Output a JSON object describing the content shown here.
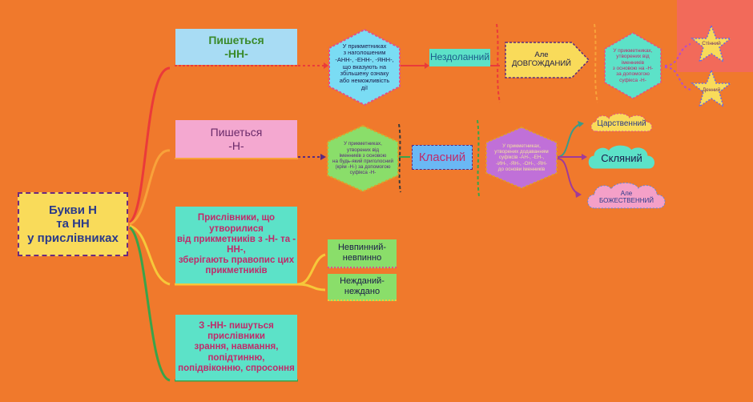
{
  "colors": {
    "background": "#f0792c",
    "branch_red": "#ea3a3a",
    "branch_orange": "#f8a23a",
    "branch_yellow": "#f6c83a",
    "branch_green": "#3aa34a"
  },
  "root": {
    "text": "Букви Н\nта НН\nу прислівниках"
  },
  "branches": [
    {
      "text": "Пишеться\n-НН-"
    },
    {
      "text": "Пишеться\n-Н-"
    },
    {
      "text": "Прислівники, що\nутворилися\nвід прикметників з -Н- та -\nНН-,\nзберігають правопис цих\nприкметників"
    },
    {
      "text": "З -НН- пишуться\nприслівники\nзрання, навмання,\nпопідтинню,\nпопідвіконню, спросоння"
    }
  ],
  "nn_rule": {
    "text": "У прикметниках\nз наголошеним\n-АНН-, -ЕНН-, -ЯНН-,\nщо вказують на\nзбільшену ознаку\nабо неможливість\nдії"
  },
  "nn_example": {
    "text": "Нездоланний"
  },
  "nn_arrow": {
    "text": "Але\nДОВГОЖДАНИЙ"
  },
  "nn_rule2": {
    "text": "У прикметниках,\nутворених від\nіменників\nз основою на -Н-\nза допомогою\nсуфікса -Н-"
  },
  "stars": [
    {
      "text": "Стінний"
    },
    {
      "text": "Денний"
    }
  ],
  "n_rule": {
    "text": "У прикметниках,\nутворених від\nіменників з основою\nна будь-який приголосний\n(крім -Н-) за допомогою\nсуфікса -Н-"
  },
  "n_example": {
    "text": "Класний"
  },
  "n_rule2": {
    "text": "У прикметниках,\nутворених додаванням\nсуфіксів -АН-, -ЕН-,\n-ИН-, -ЯН-, -ОН-, -ЯН-\nдо основи іменників"
  },
  "clouds": [
    {
      "text": "Царственний"
    },
    {
      "text": "Скляний"
    },
    {
      "text": "Але\nБОЖЕСТВЕННИЙ"
    }
  ],
  "adverb_examples": [
    {
      "text": "Невпинний-\nневпинно"
    },
    {
      "text": "Нежданий-\nнеждано"
    }
  ]
}
